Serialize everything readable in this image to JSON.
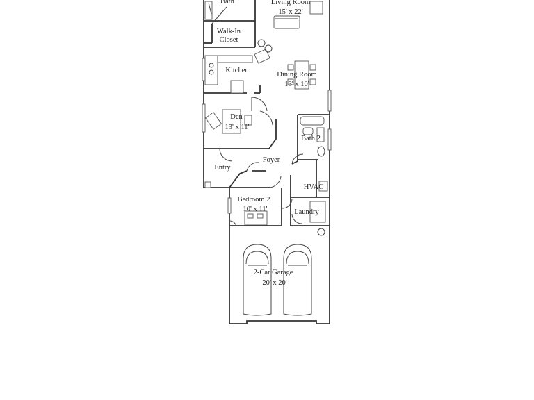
{
  "rooms": {
    "bath": {
      "name": "Bath"
    },
    "living": {
      "name": "Living Room",
      "dims": "15' x 22'"
    },
    "closet": {
      "line1": "Walk-In",
      "line2": "Closet"
    },
    "kitchen": {
      "name": "Kitchen"
    },
    "dining": {
      "name": "Dining Room",
      "dims": "13' x 10'"
    },
    "den": {
      "name": "Den",
      "dims": "13' x 11'"
    },
    "bath2": {
      "name": "Bath 2"
    },
    "foyer": {
      "name": "Foyer"
    },
    "entry": {
      "name": "Entry"
    },
    "hvac": {
      "name": "HVAC"
    },
    "bedroom2": {
      "name": "Bedroom 2",
      "dims": "10' x 11'"
    },
    "laundry": {
      "name": "Laundry"
    },
    "garage": {
      "name": "2-Car Garage",
      "dims": "20' x 20'"
    }
  },
  "colors": {
    "wall": "#333333",
    "background": "#ffffff"
  }
}
